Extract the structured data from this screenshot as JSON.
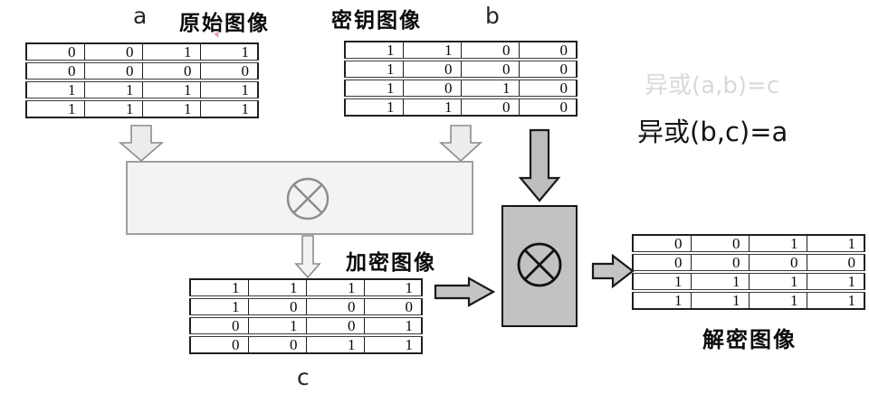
{
  "labels": {
    "a": "a",
    "b": "b",
    "c": "c",
    "original_image": "原始图像",
    "key_image": "密钥图像",
    "encrypted_image": "加密图像",
    "decrypted_image": "解密图像"
  },
  "equations": {
    "xor_ab": "异或(a,b)=c",
    "xor_bc": "异或(b,c)=a"
  },
  "matrices": {
    "a": [
      [
        0,
        0,
        1,
        1
      ],
      [
        0,
        0,
        0,
        0
      ],
      [
        1,
        1,
        1,
        1
      ],
      [
        1,
        1,
        1,
        1
      ]
    ],
    "b": [
      [
        1,
        1,
        0,
        0
      ],
      [
        1,
        0,
        0,
        0
      ],
      [
        1,
        0,
        1,
        0
      ],
      [
        1,
        1,
        0,
        0
      ]
    ],
    "c": [
      [
        1,
        1,
        1,
        1
      ],
      [
        1,
        0,
        0,
        0
      ],
      [
        0,
        1,
        0,
        1
      ],
      [
        0,
        0,
        1,
        1
      ]
    ],
    "decrypted": [
      [
        0,
        0,
        1,
        1
      ],
      [
        0,
        0,
        0,
        0
      ],
      [
        1,
        1,
        1,
        1
      ],
      [
        1,
        1,
        1,
        1
      ]
    ]
  },
  "colors": {
    "encrypt_box_fill": "#f3f3f3",
    "encrypt_box_border": "#9e9e9e",
    "decrypt_box_fill": "#c2c2c2",
    "decrypt_box_border": "#141414",
    "light_arrow_fill": "#ececec",
    "dark_arrow_fill": "#bdbdbd",
    "faint_text": "#d9d9d9",
    "table_border": "#1f1f1f"
  }
}
